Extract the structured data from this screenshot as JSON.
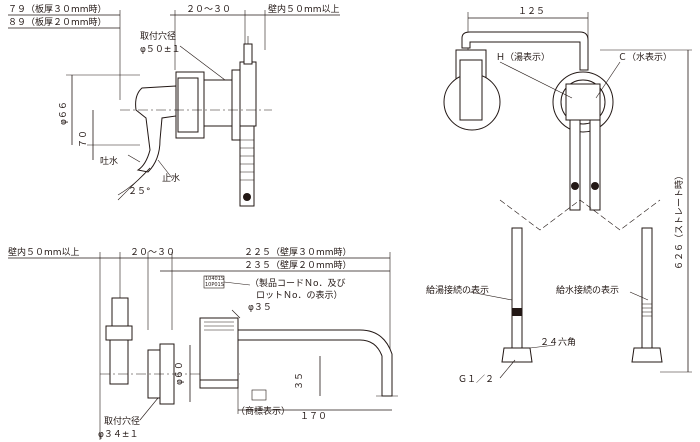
{
  "top_left": {
    "label_thickness_30": "７９（板厚３０mm時）",
    "label_thickness_20": "８９（板厚２０mm時）",
    "dim_20_30": "２０～３０",
    "wall_label": "壁内５０mm以上",
    "mount_hole_title": "取付穴径",
    "mount_hole_dia": "φ５０±１",
    "dia_66": "φ６６",
    "dim_70": "７０",
    "spout_label": "吐水",
    "stop_label": "止水",
    "angle_label": "２５°"
  },
  "top_right": {
    "dim_125": "１２５",
    "hot_label": "Ｈ（湯表示）",
    "cold_label": "Ｃ（水表示）",
    "dim_626": "６２６（ストレート時）",
    "hot_connect_label": "給湯接続の表示",
    "cold_connect_label": "給水接続の表示",
    "hex_label": "２４六角",
    "thread_label": "Ｇ１／２"
  },
  "bottom_left": {
    "wall_label": "壁内５０mm以上",
    "dim_20_30": "２０～３０",
    "dim_225": "２２５（壁厚３０mm時）",
    "dim_235": "２３５（壁厚２０mm時）",
    "code_box_line1": "10401S",
    "code_box_line2": "10P01S",
    "product_code_label_1": "（製品コードＮo．及び",
    "product_code_label_2": "ロットＮo．の表示）",
    "dia_35": "φ３５",
    "dia_60": "φ６０",
    "dim_35": "３５",
    "dim_170": "１７０",
    "trademark_label": "（商標表示）",
    "mount_hole_title": "取付穴径",
    "mount_hole_dia": "φ３４±１"
  }
}
